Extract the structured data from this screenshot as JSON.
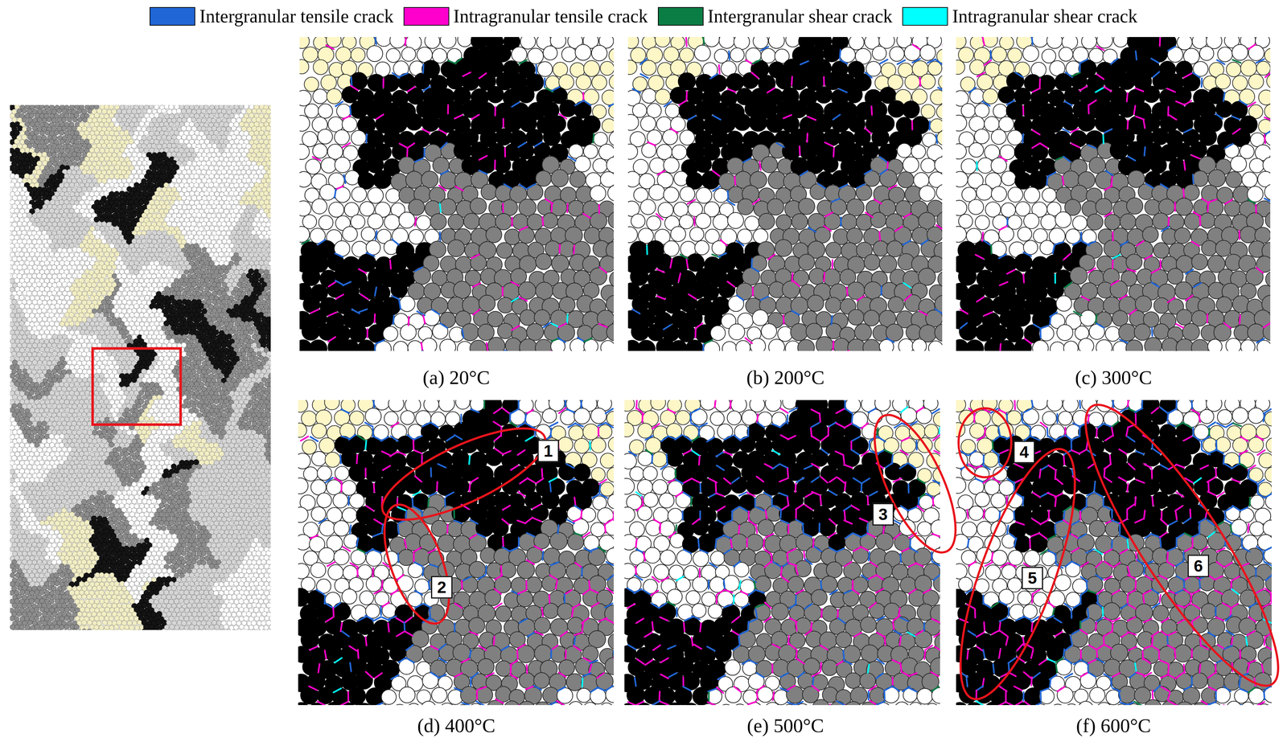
{
  "diagram": {
    "labels": [
      "(a) 20°C",
      "(b) 200°C",
      "(c) 300°C",
      "(d) 400°C",
      "(e) 500°C",
      "(f) 600°C",
      "1",
      "2",
      "3",
      "4",
      "5",
      "6"
    ],
    "legend": [
      {
        "text": "Intergranular tensile crack",
        "color": "#2166d6"
      },
      {
        "text": "Intragranular tensile crack",
        "color": "#ff00cc"
      },
      {
        "text": "Intergranular shear crack",
        "color": "#0a7d45"
      },
      {
        "text": "Intragranular shear crack",
        "color": "#00ffff"
      }
    ]
  }
}
